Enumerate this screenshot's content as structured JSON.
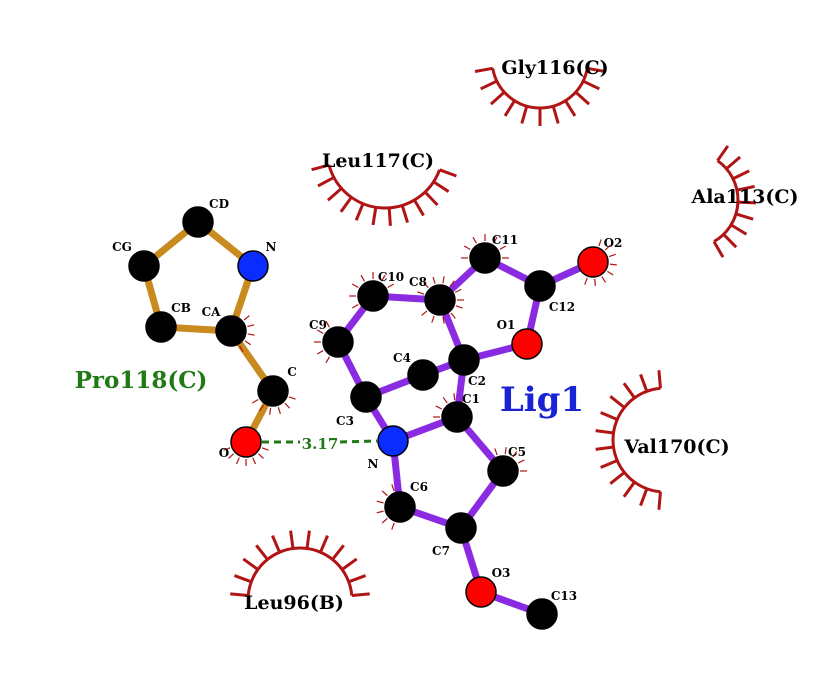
{
  "ligand": {
    "name": "Lig1",
    "atoms": [
      {
        "id": "C1",
        "el": "C"
      },
      {
        "id": "C2",
        "el": "C"
      },
      {
        "id": "C3",
        "el": "C"
      },
      {
        "id": "C4",
        "el": "C"
      },
      {
        "id": "C5",
        "el": "C"
      },
      {
        "id": "C6",
        "el": "C"
      },
      {
        "id": "C7",
        "el": "C"
      },
      {
        "id": "C8",
        "el": "C"
      },
      {
        "id": "C9",
        "el": "C"
      },
      {
        "id": "C10",
        "el": "C"
      },
      {
        "id": "C11",
        "el": "C"
      },
      {
        "id": "C12",
        "el": "C"
      },
      {
        "id": "C13",
        "el": "C"
      },
      {
        "id": "N",
        "el": "N"
      },
      {
        "id": "O1",
        "el": "O"
      },
      {
        "id": "O2",
        "el": "O"
      },
      {
        "id": "O3",
        "el": "O"
      }
    ]
  },
  "residue": {
    "name": "Pro118(C)",
    "atoms": [
      {
        "id": "CD",
        "el": "C"
      },
      {
        "id": "N",
        "el": "N"
      },
      {
        "id": "CG",
        "el": "C"
      },
      {
        "id": "CB",
        "el": "C"
      },
      {
        "id": "CA",
        "el": "C"
      },
      {
        "id": "C",
        "el": "C"
      },
      {
        "id": "O",
        "el": "O"
      }
    ]
  },
  "hydrogen_bond": {
    "distance": "3.17",
    "from": "O (Pro118)",
    "to": "N (Lig1)"
  },
  "hydrophobic_contacts": [
    {
      "id": "gly116",
      "label": "Gly116(C)"
    },
    {
      "id": "leu117",
      "label": "Leu117(C)"
    },
    {
      "id": "ala113",
      "label": "Ala113(C)"
    },
    {
      "id": "val170",
      "label": "Val170(C)"
    },
    {
      "id": "leu96",
      "label": "Leu96(B)"
    }
  ],
  "colors": {
    "ligand_bond": "#8a2be2",
    "residue_bond": "#c98a1e",
    "hydrophobic": "#b01414",
    "hbond": "#1f7a16",
    "carbon": "#000000",
    "nitrogen": "#0a2cff",
    "oxygen": "#ff0000",
    "ligand_label": "#1a22d6",
    "residue_label": "#1f7a16"
  }
}
